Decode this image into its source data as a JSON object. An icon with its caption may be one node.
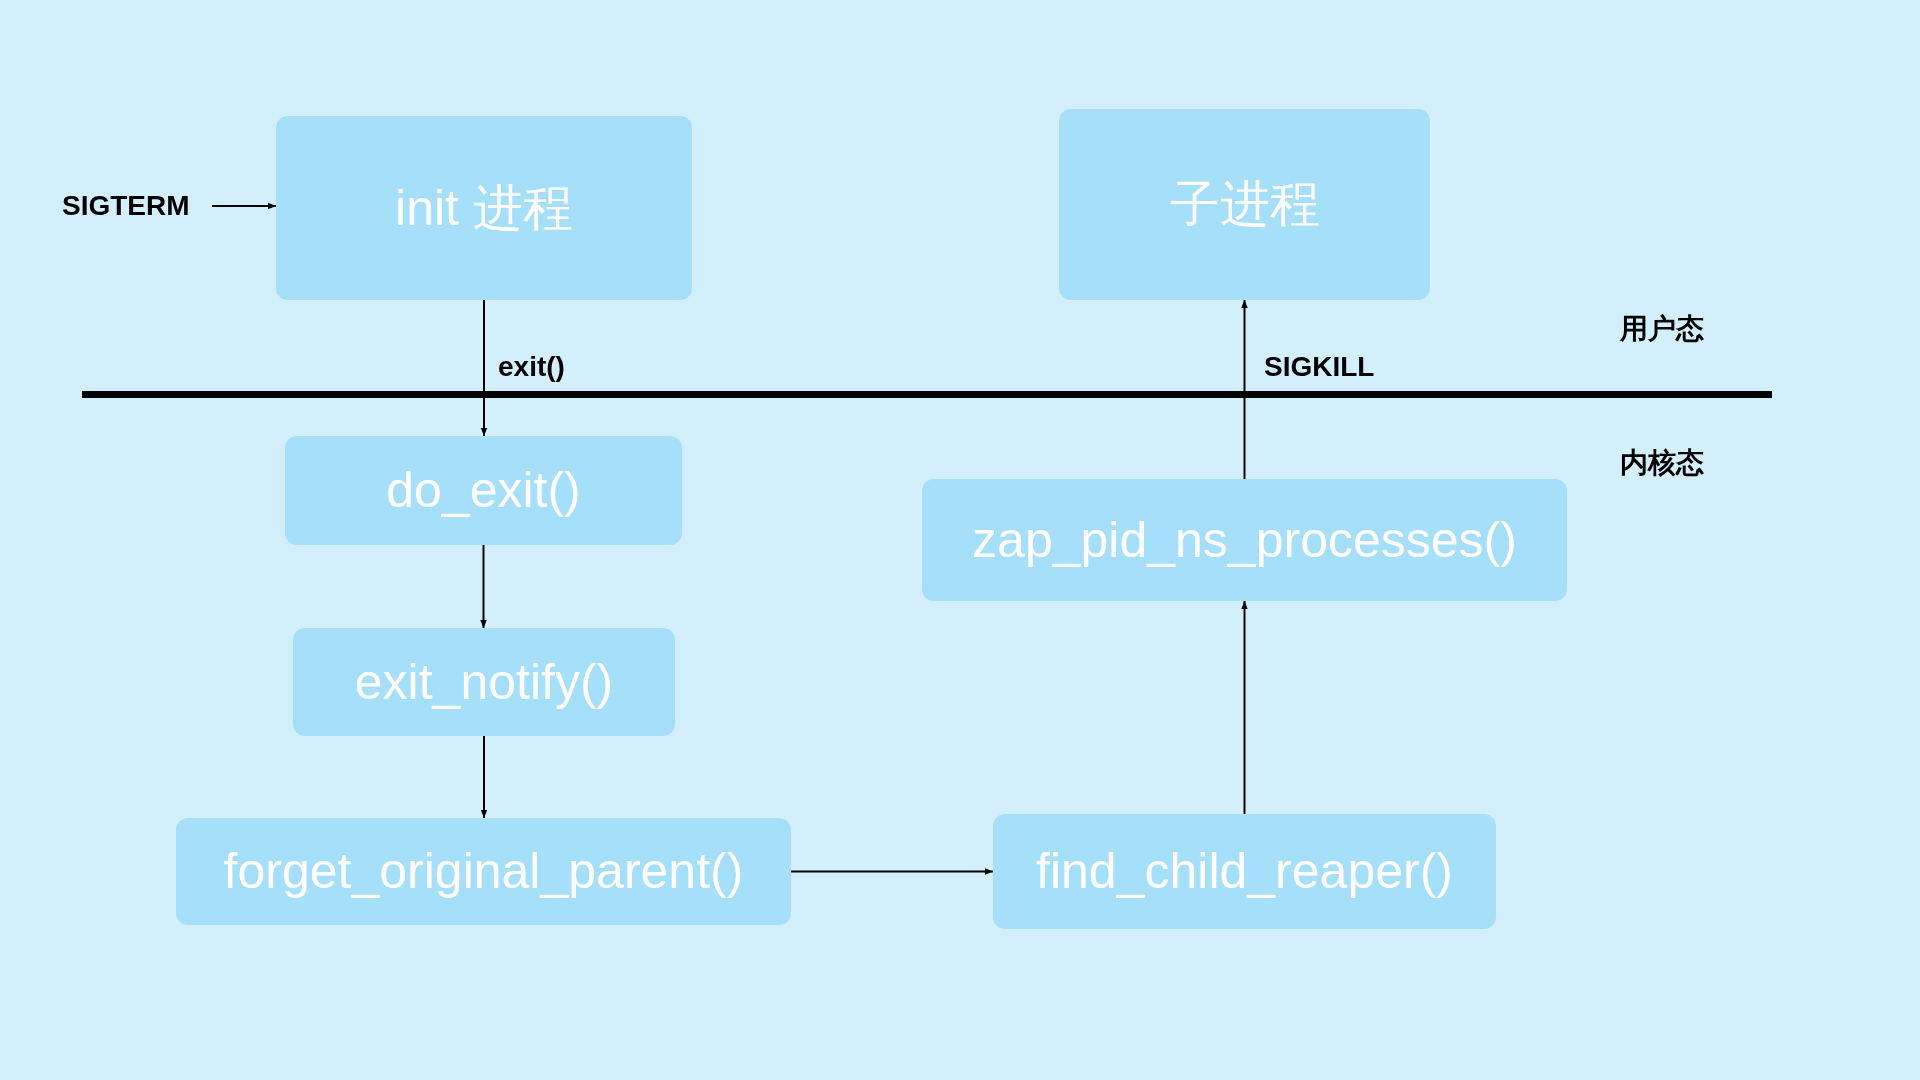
{
  "diagram": {
    "nodes": [
      {
        "text": [
          "SIGTERM"
        ]
      },
      {
        "text": [
          "init 进程"
        ]
      },
      {
        "text": [
          "子进程"
        ]
      },
      {
        "text": [
          "do_exit()"
        ]
      },
      {
        "text": [
          "zap_pid_ns_processes()"
        ]
      },
      {
        "text": [
          "exit_notify()"
        ]
      },
      {
        "text": [
          "forget_original_parent()"
        ]
      },
      {
        "text": [
          "find_child_reaper()"
        ]
      }
    ],
    "edges": [
      {
        "from": 0,
        "to": 1,
        "arrow": "to"
      },
      {
        "from": 1,
        "to": 3,
        "arrow": "to",
        "label": "exit()"
      },
      {
        "from": 3,
        "to": 5,
        "arrow": "to"
      },
      {
        "from": 5,
        "to": 6,
        "arrow": "to"
      },
      {
        "from": 6,
        "to": 7,
        "arrow": "to"
      },
      {
        "from": 7,
        "to": 4,
        "arrow": "to"
      },
      {
        "from": 4,
        "to": 2,
        "arrow": "to",
        "label": "SIGKILL"
      }
    ],
    "labels": [
      "用户态",
      "内核态"
    ]
  }
}
